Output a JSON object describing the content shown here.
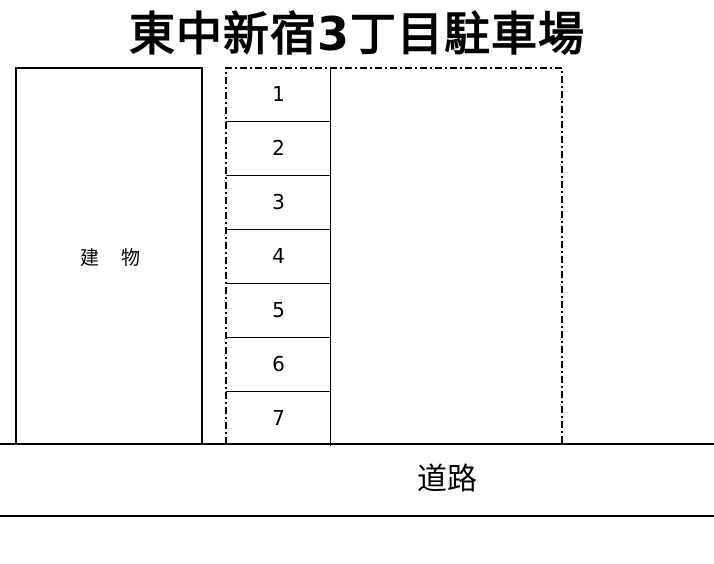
{
  "title": "東中新宿3丁目駐車場",
  "building": {
    "label": "建物"
  },
  "parking_spaces": [
    "1",
    "2",
    "3",
    "4",
    "5",
    "6",
    "7"
  ],
  "road": {
    "label": "道路"
  }
}
